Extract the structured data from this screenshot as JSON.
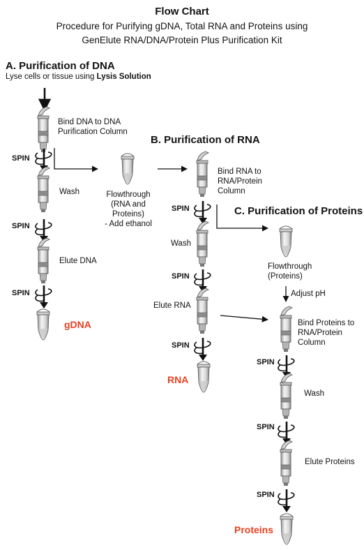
{
  "header": {
    "title": "Flow Chart",
    "subtitle_line1": "Procedure for Purifying gDNA, Total RNA and Proteins using",
    "subtitle_line2": "GenElute RNA/DNA/Protein Plus Purification Kit"
  },
  "spin_label": "SPIN",
  "section_a": {
    "title": "A.  Purification of DNA",
    "lyse_prefix": "Lyse cells or tissue using ",
    "lyse_bold": "Lysis Solution",
    "bind_line1": "Bind DNA to DNA",
    "bind_line2": "Purification Column",
    "wash": "Wash",
    "elute": "Elute DNA",
    "product": "gDNA"
  },
  "flowthrough_1": {
    "line1": "Flowthrough",
    "line2": "(RNA and",
    "line3": "Proteins)",
    "line4": "- Add ethanol"
  },
  "section_b": {
    "title": "B.  Purification of RNA",
    "bind_line1": "Bind RNA  to",
    "bind_line2": "RNA/Protein",
    "bind_line3": "Column",
    "wash": "Wash",
    "elute": "Elute RNA",
    "product": "RNA"
  },
  "section_c": {
    "title": "C.  Purification of Proteins",
    "flow_line1": "Flowthrough",
    "flow_line2": "(Proteins)",
    "adjust": "Adjust pH",
    "bind_line1": "Bind Proteins  to",
    "bind_line2": "RNA/Protein",
    "bind_line3": "Column",
    "wash": "Wash",
    "elute": "Elute Proteins",
    "product": "Proteins"
  },
  "colors": {
    "product": "#e8401f",
    "arrow": "#111111"
  }
}
